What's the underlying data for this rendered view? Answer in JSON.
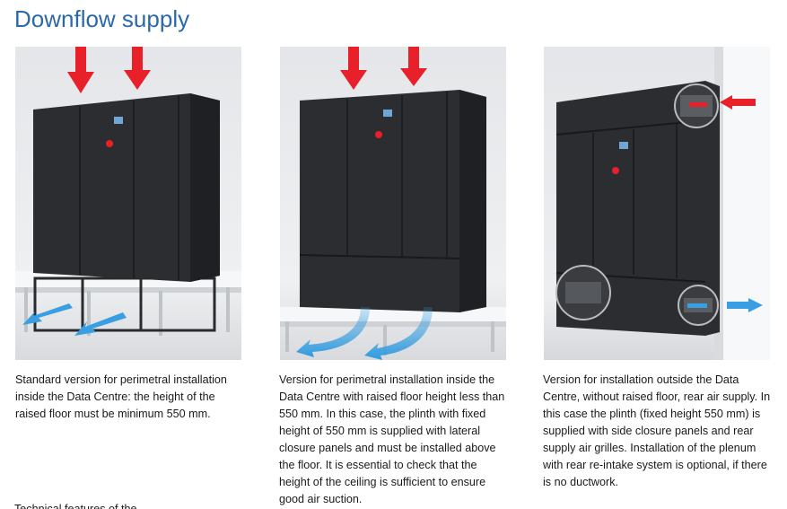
{
  "page": {
    "title": "Downflow supply"
  },
  "colors": {
    "title": "#2a6aa8",
    "cabinet": "#2b2d30",
    "arrow_red": "#e8202a",
    "arrow_blue": "#2f9be0",
    "background_panel": "#e9ebed"
  },
  "panels": [
    {
      "caption": "Standard version for perimetral installation inside the Data Centre: the height of the raised floor must be minimum 550 mm."
    },
    {
      "caption": "Version for perimetral installation inside the Data Centre with raised floor height less than 550 mm. In this case, the plinth with fixed height of 550 mm is supplied with lateral closure panels and must be installed above the floor. It is essential to check that the height of the ceiling is sufficient to ensure good air suction."
    },
    {
      "caption": "Version for installation outside the Data Centre, without raised floor, rear air supply. In this case the plinth (fixed height 550 mm) is supplied with side closure panels and rear supply air grilles. Installation of the plenum with rear re-intake system is optional, if there is no ductwork."
    }
  ],
  "footer": {
    "cut_text": "Technical features of the..."
  }
}
